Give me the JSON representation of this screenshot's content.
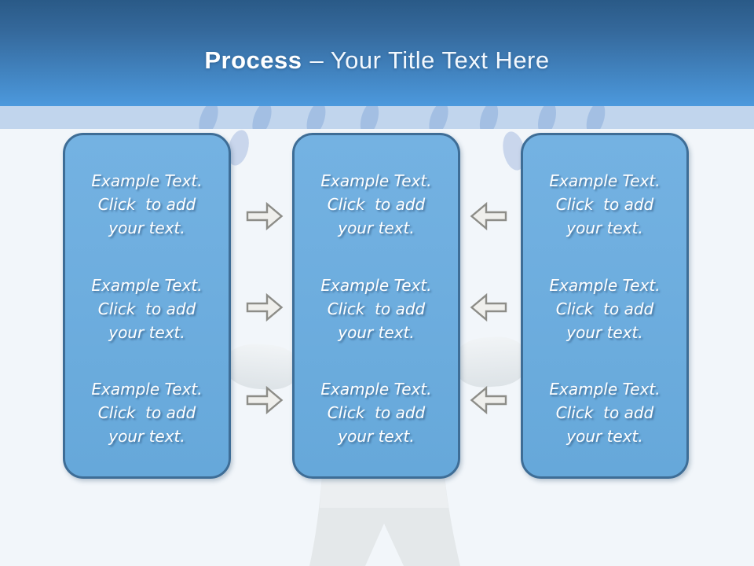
{
  "title": {
    "emphasis": "Process",
    "rest": "– Your Title Text Here"
  },
  "panels": [
    {
      "name": "left",
      "items": [
        {
          "text": "Example Text.\nClick  to add\nyour text."
        },
        {
          "text": "Example Text.\nClick  to add\nyour text."
        },
        {
          "text": "Example Text.\nClick  to add\nyour text."
        }
      ]
    },
    {
      "name": "center",
      "items": [
        {
          "text": "Example Text.\nClick  to add\nyour text."
        },
        {
          "text": "Example Text.\nClick  to add\nyour text."
        },
        {
          "text": "Example Text.\nClick  to add\nyour text."
        }
      ]
    },
    {
      "name": "right",
      "items": [
        {
          "text": "Example Text.\nClick  to add\nyour text."
        },
        {
          "text": "Example Text.\nClick  to add\nyour text."
        },
        {
          "text": "Example Text.\nClick  to add\nyour text."
        }
      ]
    }
  ],
  "arrows": [
    {
      "between": "left-and-center",
      "direction": "right",
      "count": 3
    },
    {
      "between": "right-and-center",
      "direction": "left",
      "count": 3
    }
  ],
  "colors": {
    "header_top": "#2a5a87",
    "header_bottom": "#4c99dd",
    "banner_strip": "#c1d5ed",
    "panel_fill": "#6caddf",
    "panel_border": "#3e6d96",
    "arrow_fill": "#efefec",
    "arrow_border": "#8d8d88",
    "background": "#f2f6fa",
    "title_color": "#ffffff"
  }
}
